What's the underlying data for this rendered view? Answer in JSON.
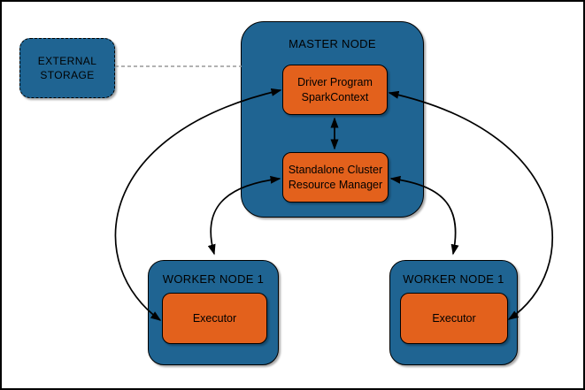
{
  "colors": {
    "background": "#FFFFFF",
    "node_fill": "#1F6492",
    "component_fill": "#E3611C",
    "connector": "#000000",
    "storage_link": "#999999",
    "text": "#000000"
  },
  "nodes": {
    "external_storage": {
      "line1": "EXTERNAL",
      "line2": "STORAGE"
    },
    "master": {
      "title": "MASTER NODE",
      "driver": {
        "line1": "Driver Program",
        "line2": "SparkContext"
      },
      "resource_manager": {
        "line1": "Standalone Cluster",
        "line2": "Resource Manager"
      }
    },
    "worker_left": {
      "title": "WORKER NODE 1",
      "executor": "Executor"
    },
    "worker_right": {
      "title": "WORKER NODE 1",
      "executor": "Executor"
    }
  },
  "connections": [
    {
      "from": "external-storage",
      "to": "master-node",
      "style": "dashed",
      "arrows": "none"
    },
    {
      "from": "driver-program",
      "to": "resource-manager",
      "style": "solid",
      "arrows": "both"
    },
    {
      "from": "driver-program",
      "to": "executor-left",
      "style": "solid",
      "arrows": "both"
    },
    {
      "from": "driver-program",
      "to": "executor-right",
      "style": "solid",
      "arrows": "both"
    },
    {
      "from": "resource-manager",
      "to": "worker-node-left",
      "style": "solid",
      "arrows": "both"
    },
    {
      "from": "resource-manager",
      "to": "worker-node-right",
      "style": "solid",
      "arrows": "both"
    }
  ]
}
